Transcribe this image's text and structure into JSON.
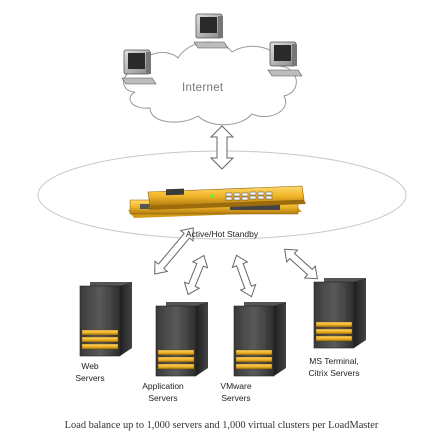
{
  "cloud": {
    "label": "Internet"
  },
  "loadmaster": {
    "label": "Active/Hot Standby"
  },
  "servers": [
    {
      "name": "web",
      "label": "Web\nServers"
    },
    {
      "name": "application",
      "label": "Application\nServers"
    },
    {
      "name": "vmware",
      "label": "VMware\nServers"
    },
    {
      "name": "ms-terminal-citrix",
      "label": "MS Terminal,\nCitrix Servers"
    }
  ],
  "caption": "Load balance up to 1,000 servers and 1,000 virtual clusters per LoadMaster"
}
